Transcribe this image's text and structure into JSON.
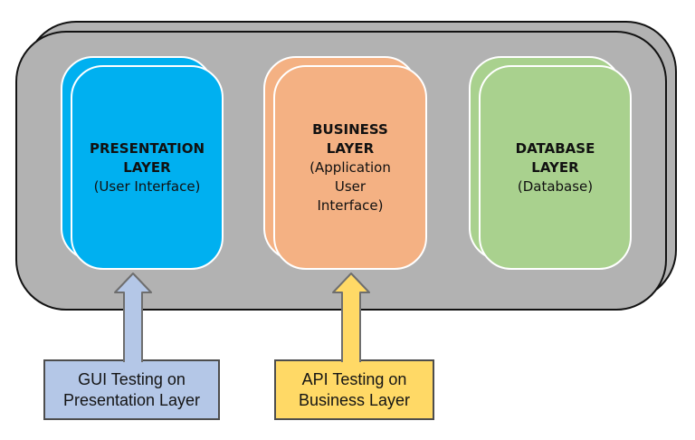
{
  "diagram_name": "three-tier-architecture-testing-diagram",
  "container": {
    "fill": "#b2b2b2",
    "stroke": "#121212"
  },
  "text_color": "#111111",
  "layers": [
    {
      "name": "presentation-layer",
      "title_lines": [
        "PRESENTATION",
        "LAYER"
      ],
      "subtitle_lines": [
        "(User Interface)"
      ],
      "fill": "#00b0f0",
      "outline": "#ffffff"
    },
    {
      "name": "business-layer",
      "title_lines": [
        "BUSINESS",
        "LAYER"
      ],
      "subtitle_lines": [
        "(Application",
        "User",
        "Interface)"
      ],
      "fill": "#f4b183",
      "outline": "#ffffff"
    },
    {
      "name": "database-layer",
      "title_lines": [
        "DATABASE",
        "LAYER"
      ],
      "subtitle_lines": [
        "(Database)"
      ],
      "fill": "#a9d18e",
      "outline": "#ffffff"
    }
  ],
  "callouts": [
    {
      "name": "gui-testing",
      "lines": [
        "GUI Testing on",
        "Presentation Layer"
      ],
      "fill": "#b4c7e7",
      "border": "#4d4d4d",
      "arrow_fill": "#b4c7e7",
      "arrow_stroke": "#6e6e6e"
    },
    {
      "name": "api-testing",
      "lines": [
        "API Testing on",
        "Business Layer"
      ],
      "fill": "#ffd966",
      "border": "#4d4d4d",
      "arrow_fill": "#ffd966",
      "arrow_stroke": "#6e6e6e"
    }
  ]
}
